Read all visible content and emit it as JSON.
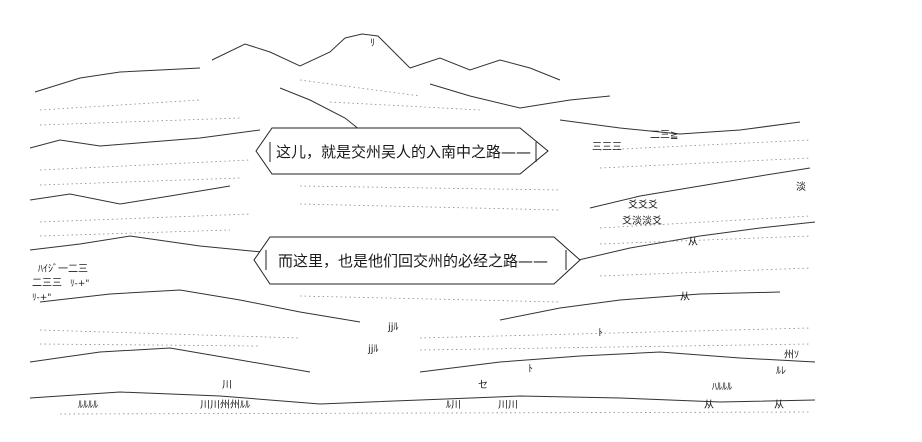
{
  "captions": {
    "line_1": "这儿，就是交州吴人的入南中之路——",
    "line_2": "而这里，也是他们回交州的必经之路——"
  },
  "art_text": [
    "ﾘ",
    "二三≧",
    "三三三",
    "爻爻爻",
    "爻淡淡爻",
    "淡",
    "从",
    "ﾊｲｼﾞ一二三",
    "二三三",
    "ﾘ-+\"",
    "ﾘ-+\"",
    "セ",
    "ﾙﾙﾙﾙ",
    "川川州州ﾙﾙ",
    "ﾙ川",
    "川川",
    "jjﾙ",
    "jjﾙ",
    "川",
    "ﾄ",
    "ﾄ",
    "从",
    "从",
    "州ｿ",
    "ﾙﾚ",
    "ﾊﾙﾙﾙ",
    "从"
  ]
}
